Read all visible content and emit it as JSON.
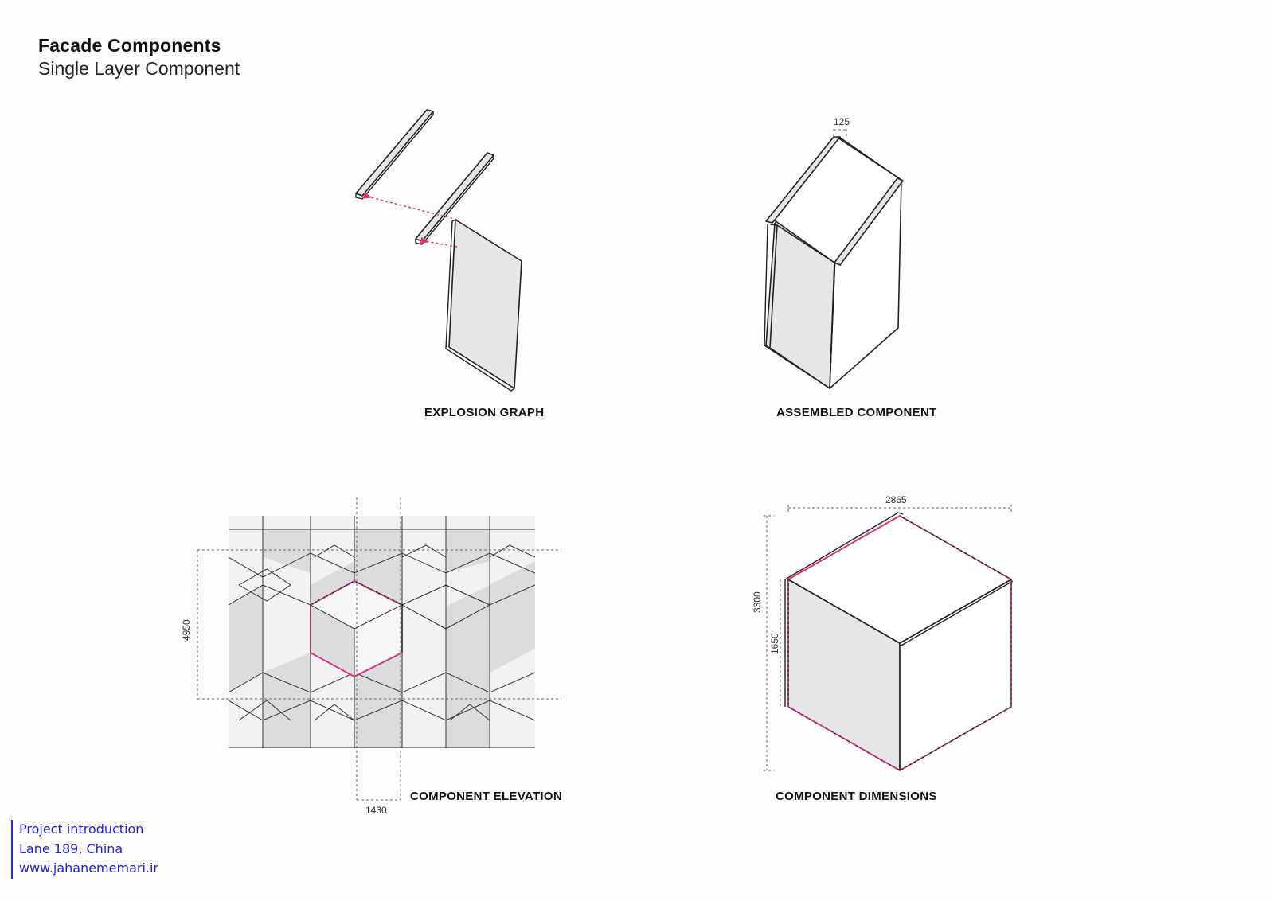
{
  "header": {
    "title": "Facade Components",
    "subtitle": "Single Layer Component"
  },
  "captions": {
    "explosion": "EXPLOSION GRAPH",
    "assembled": "ASSEMBLED COMPONENT",
    "elevation": "COMPONENT ELEVATION",
    "dimensions": "COMPONENT DIMENSIONS"
  },
  "dimension_labels": {
    "flange_width": "125",
    "elevation_height": "4950",
    "elevation_width": "1430",
    "component_width": "2865",
    "component_height": "3300",
    "component_half_height": "1650"
  },
  "colors": {
    "panel_fill": "#e6e6e8",
    "accent_pink": "#e0307a",
    "footer_blue": "#2323c8"
  },
  "footer": {
    "line1": "Project introduction",
    "line2": "Lane 189, China",
    "line3": "www.jahanememari.ir"
  }
}
